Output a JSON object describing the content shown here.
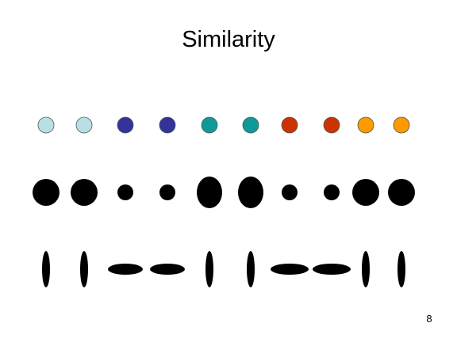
{
  "slide": {
    "title": "Similarity",
    "page_number": "8"
  },
  "colors": {
    "light_blue": "#b8e0e4",
    "navy": "#333399",
    "teal": "#0f9999",
    "red_orange": "#cc3300",
    "orange": "#ff9900",
    "black": "#000000"
  },
  "rows": [
    {
      "name": "color-row",
      "shapes": [
        "light_blue",
        "light_blue",
        "navy",
        "navy",
        "teal",
        "teal",
        "red_orange",
        "red_orange",
        "orange",
        "orange"
      ]
    },
    {
      "name": "size-row",
      "shapes": [
        "large-circle",
        "large-circle",
        "small-circle",
        "small-circle",
        "tall-oval",
        "tall-oval",
        "small-circle",
        "small-circle",
        "large-circle",
        "large-circle"
      ]
    },
    {
      "name": "orientation-row",
      "shapes": [
        "vertical-ellipse",
        "vertical-ellipse",
        "horizontal-ellipse",
        "horizontal-ellipse",
        "vertical-ellipse",
        "vertical-ellipse",
        "horizontal-ellipse",
        "horizontal-ellipse",
        "vertical-ellipse",
        "vertical-ellipse"
      ]
    }
  ]
}
